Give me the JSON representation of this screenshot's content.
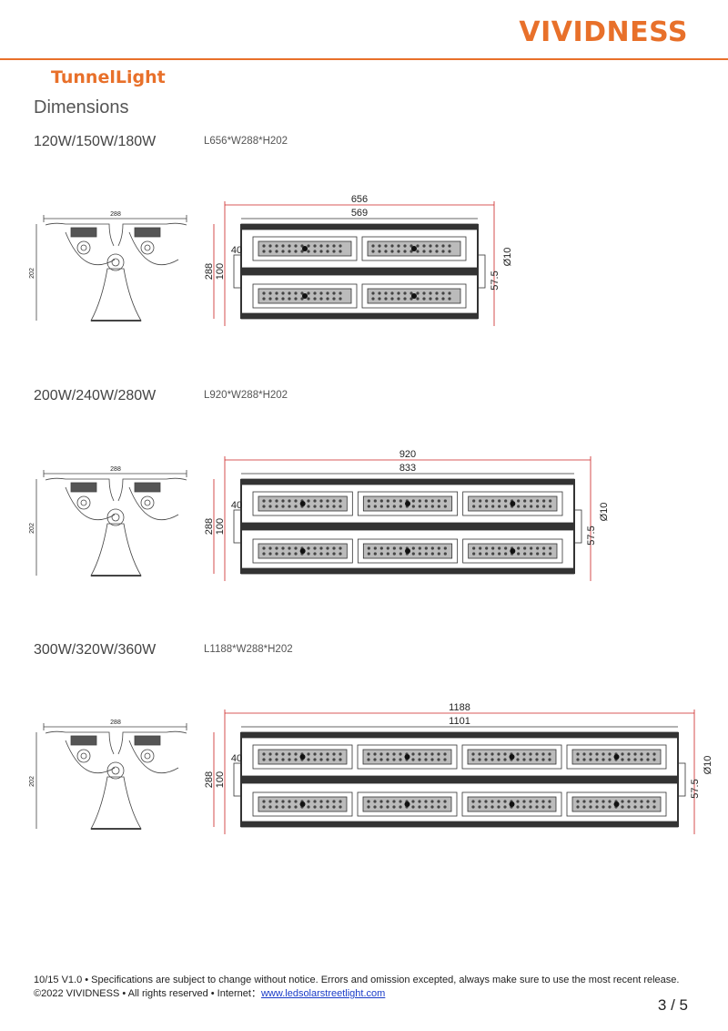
{
  "header": {
    "brand": "VIVIDNESS",
    "accent_color": "#e8702a"
  },
  "product_title": "TunnelLight",
  "section_title": "Dimensions",
  "models": [
    {
      "power": "120W/150W/180W",
      "size": "L656*W288*H202",
      "side_view": {
        "width": "288",
        "height": "202"
      },
      "top_view": {
        "length": "656",
        "inner_length": "569",
        "width": "288",
        "bracket": "100",
        "edge": "40",
        "hole": "Ø10",
        "hole_offset": "57.5",
        "modules_per_row": 2
      }
    },
    {
      "power": "200W/240W/280W",
      "size": "L920*W288*H202",
      "side_view": {
        "width": "288",
        "height": "202"
      },
      "top_view": {
        "length": "920",
        "inner_length": "833",
        "width": "288",
        "bracket": "100",
        "edge": "40",
        "hole": "Ø10",
        "hole_offset": "57.5",
        "modules_per_row": 3
      }
    },
    {
      "power": "300W/320W/360W",
      "size": "L1188*W288*H202",
      "side_view": {
        "width": "288",
        "height": "202"
      },
      "top_view": {
        "length": "1188",
        "inner_length": "1101",
        "width": "288",
        "bracket": "100",
        "edge": "40",
        "hole": "Ø10",
        "hole_offset": "57.5",
        "modules_per_row": 4
      }
    }
  ],
  "footer": {
    "line1": "10/15 V1.0   •  Specifications are subject to change without notice. Errors and omission excepted, always make sure to use the most recent release.",
    "copyright": "©2022 VIVIDNESS   •   All rights reserved   •   Internet：",
    "link": "www.ledsolarstreetlight.com"
  },
  "page_number": "3 / 5"
}
